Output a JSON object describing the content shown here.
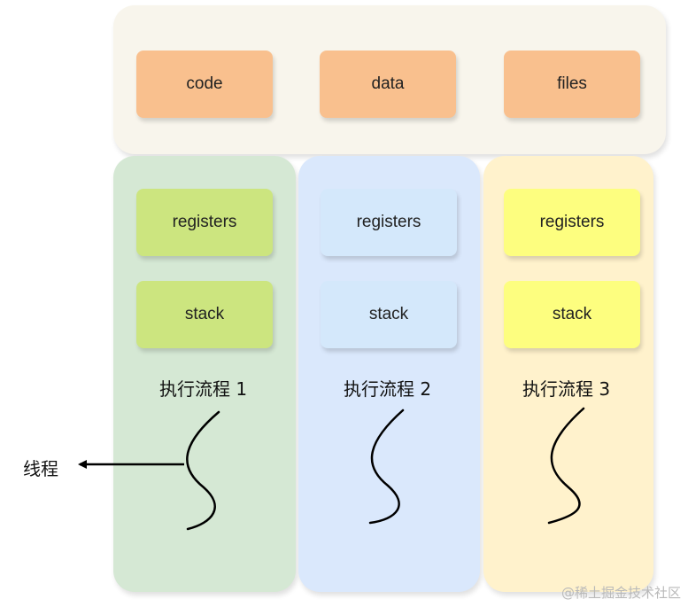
{
  "shared": {
    "items": [
      "code",
      "data",
      "files"
    ]
  },
  "columns": [
    {
      "registers": "registers",
      "stack": "stack",
      "title": "执行流程 1"
    },
    {
      "registers": "registers",
      "stack": "stack",
      "title": "执行流程 2"
    },
    {
      "registers": "registers",
      "stack": "stack",
      "title": "执行流程 3"
    }
  ],
  "thread_label": "线程",
  "watermark": "@稀土掘金技术社区",
  "colors": {
    "shared_bg": "#f8f5ec",
    "orange": "#f9c08e",
    "col1": "#d5e8d4",
    "col1_box": "#cce57f",
    "col2": "#dae8fc",
    "col2_box": "#d4e8fb",
    "col3": "#fff2cc",
    "col3_box": "#fdfe7f"
  }
}
